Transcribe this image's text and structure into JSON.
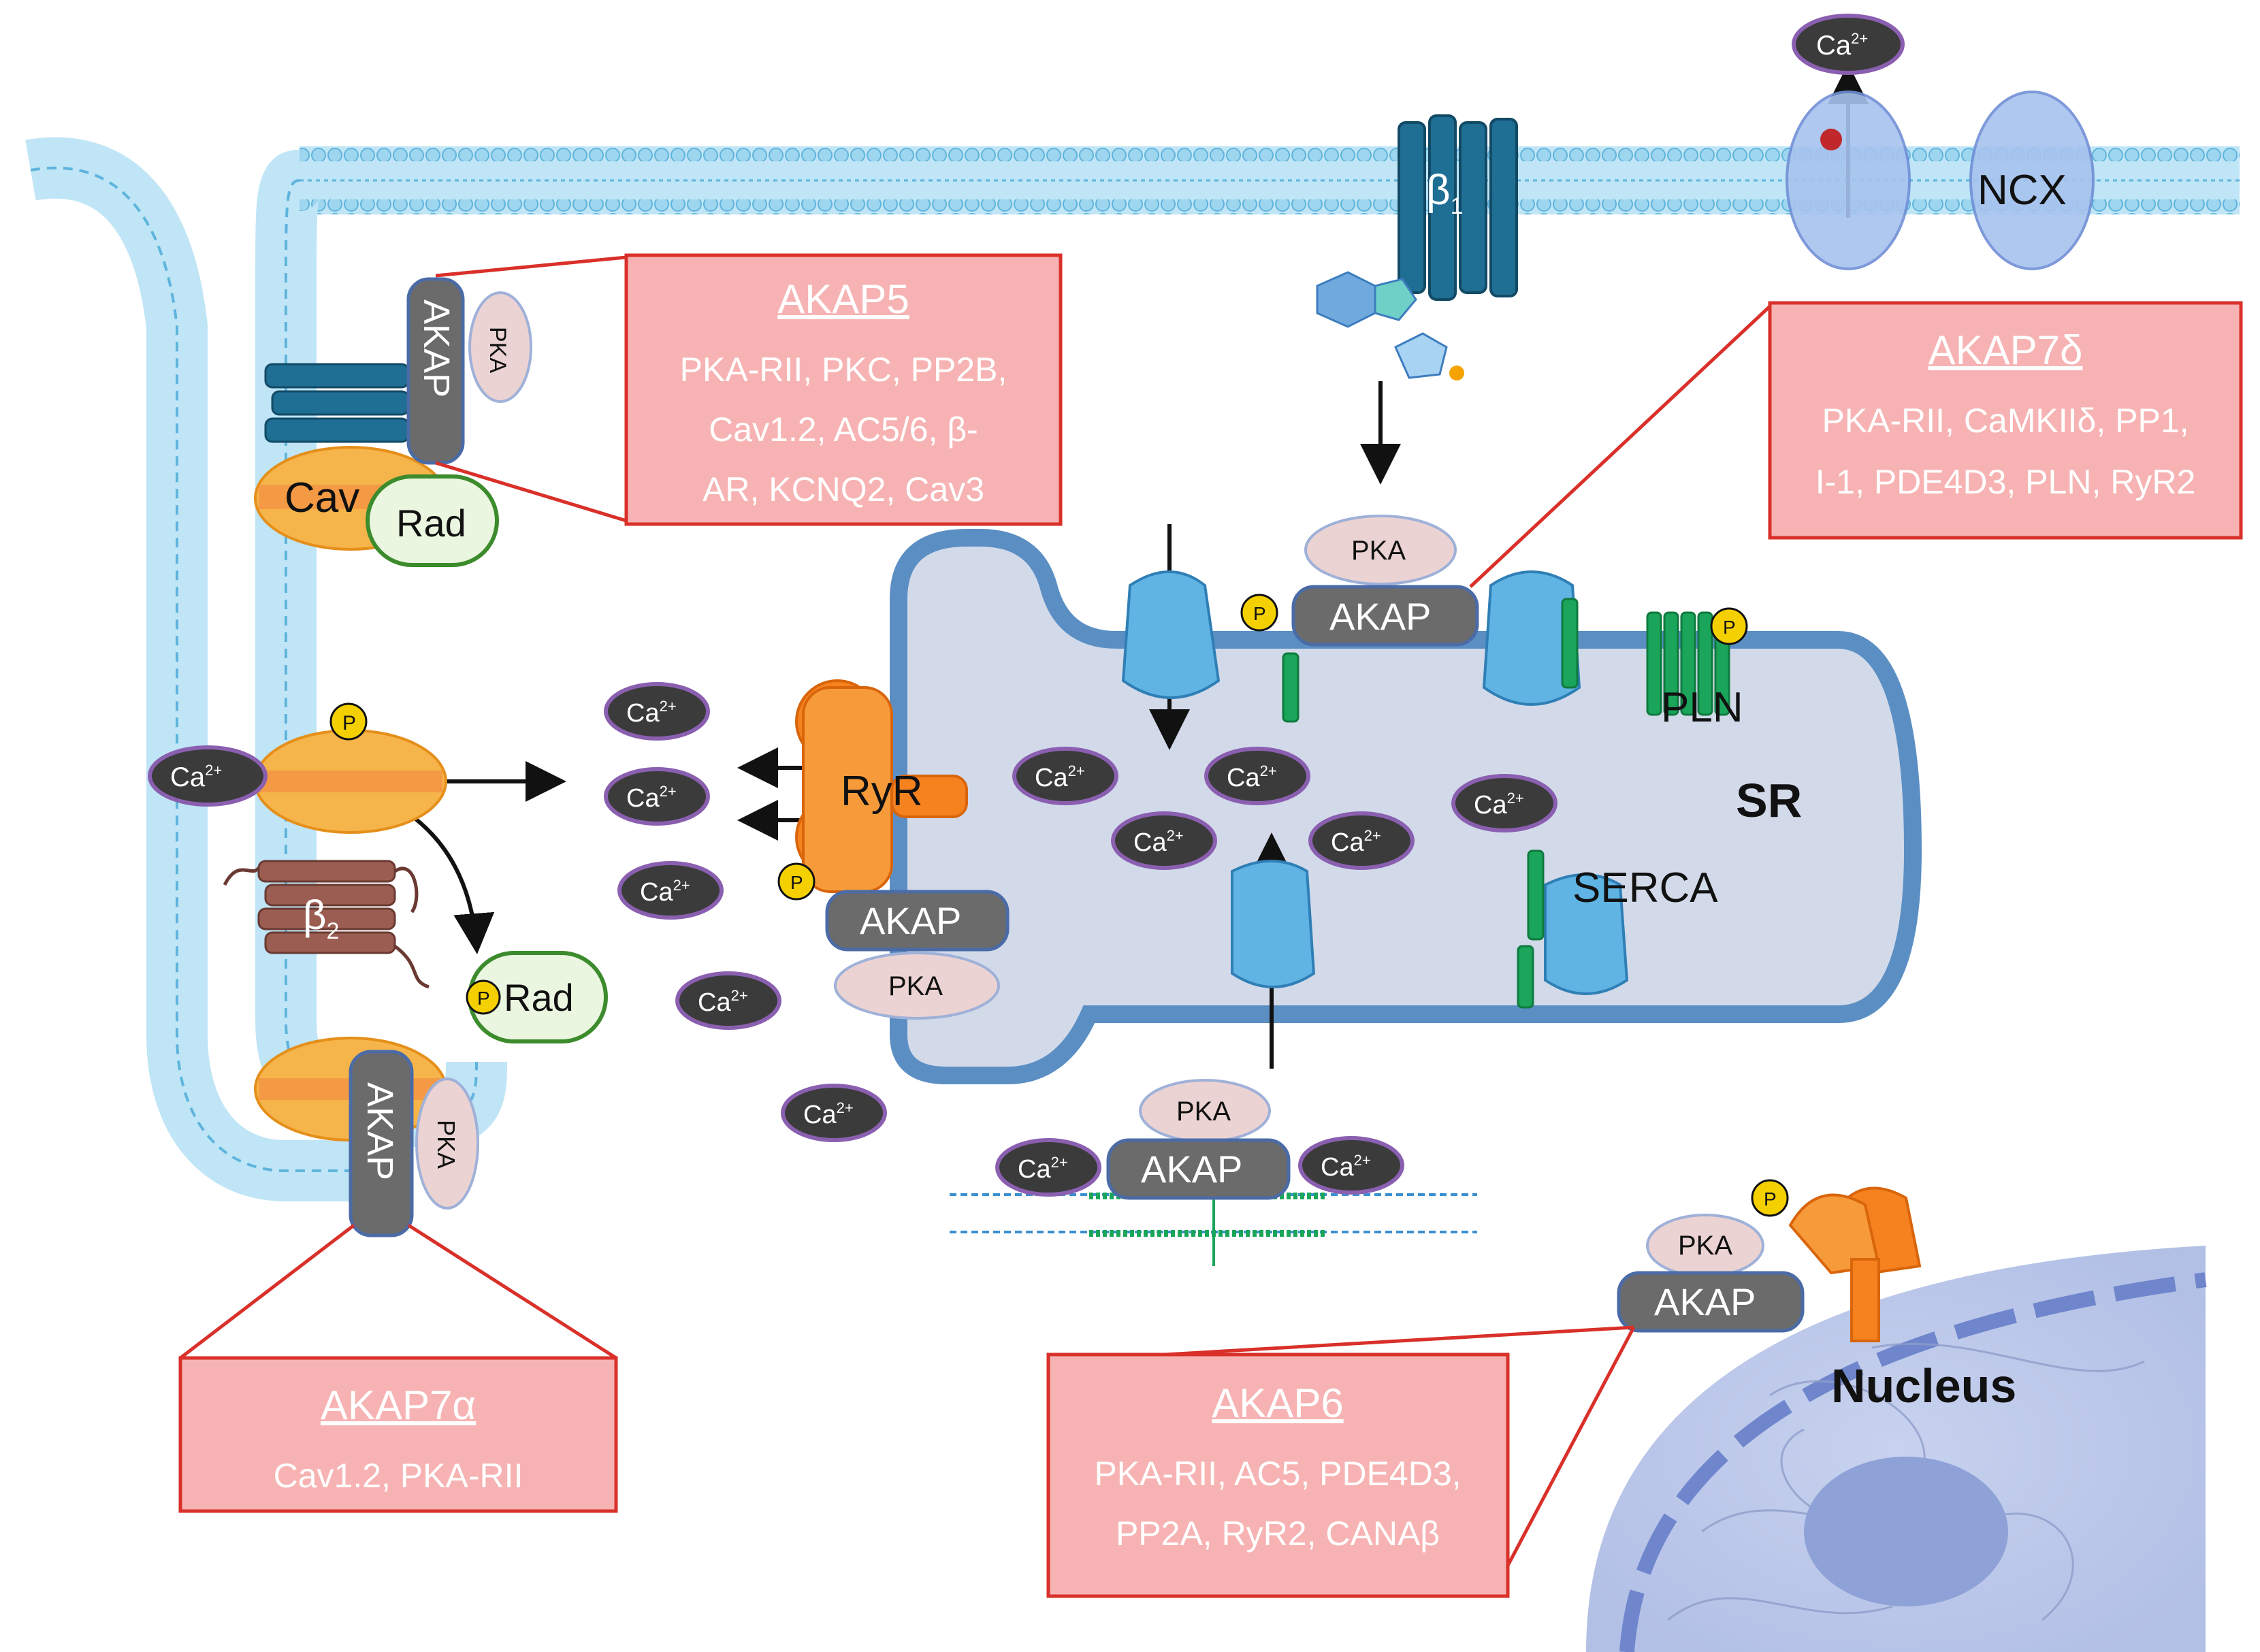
{
  "colors": {
    "membrane": "#7cc6e8",
    "membrane_dark": "#4aa3d0",
    "sr_fill": "#d2daea",
    "sr_border": "#5b8fc4",
    "ca_fill": "#3b3b3b",
    "ca_border": "#8a5fb0",
    "akap_fill": "#6b6b6b",
    "pka_fill": "#ecd3d3",
    "callout_fill": "#f7b3b3",
    "callout_border": "#d9302a",
    "callout_text": "#ffffff",
    "channel_orange": "#f6b54a",
    "ryr_orange": "#f5821f",
    "green": "#1aa55a",
    "phospho": "#f5d000",
    "beta2": "#9b5d52",
    "beta1": "#1f6e93",
    "nucleus": "#a9b8e0"
  },
  "icons": [
    "phosphate-icon",
    "arrow-icon",
    "ion-channel-icon",
    "receptor-icon",
    "nucleus-icon"
  ],
  "labels": {
    "ca": "Ca",
    "ca_sup": "2+",
    "akap": "AKAP",
    "pka": "PKA",
    "p": "P",
    "cav": "Cav",
    "rad": "Rad",
    "beta": "β",
    "beta1_sub": "1",
    "beta2_sub": "2",
    "ryr": "RyR",
    "pln": "PLN",
    "sr": "SR",
    "serca": "SERCA",
    "ncx": "NCX",
    "nucleus": "Nucleus"
  },
  "callouts": {
    "akap5": {
      "title": "AKAP5",
      "lines": [
        "PKA-RII, PKC, PP2B,",
        "Cav1.2, AC5/6, β-",
        "AR, KCNQ2, Cav3"
      ]
    },
    "akap7d": {
      "title": "AKAP7δ",
      "lines": [
        "PKA-RII, CaMKIIδ, PP1,",
        "I-1, PDE4D3, PLN, RyR2"
      ]
    },
    "akap7a": {
      "title": "AKAP7α",
      "lines": [
        "Cav1.2, PKA-RII"
      ]
    },
    "akap6": {
      "title": "AKAP6",
      "lines": [
        "PKA-RII, AC5, PDE4D3,",
        "PP2A, RyR2, CANAβ"
      ]
    }
  }
}
